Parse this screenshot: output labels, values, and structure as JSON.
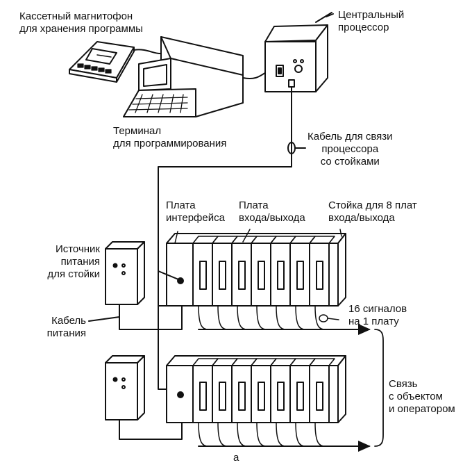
{
  "labels": {
    "cassette_recorder": [
      "Кассетный магнитофон",
      "для хранения программы"
    ],
    "cpu": [
      "Центральный",
      "процессор"
    ],
    "terminal": [
      "Терминал",
      "для программирования"
    ],
    "rack_cable": [
      "Кабель для связи",
      "процессора",
      "со стойками"
    ],
    "interface_board": [
      "Плата",
      "интерфейса"
    ],
    "io_board": [
      "Плата",
      "входа/выхода"
    ],
    "rack": [
      "Стойка для 8 плат",
      "входа/выхода"
    ],
    "power_source": [
      "Источник",
      "питания",
      "для стойки"
    ],
    "power_cable": [
      "Кабель",
      "питания"
    ],
    "signals": [
      "16 сигналов",
      "на 1 плату"
    ],
    "connection": [
      "Связь",
      "с объектом",
      "и оператором"
    ],
    "caption": "а"
  }
}
